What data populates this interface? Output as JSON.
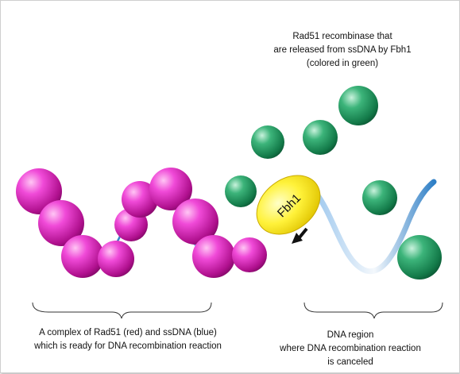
{
  "captions": {
    "top": [
      "Rad51 recombinase that",
      "are released from ssDNA by Fbh1",
      "(colored in green)"
    ],
    "bottom_left": [
      "A complex of Rad51 (red) and ssDNA (blue)",
      "which is ready for DNA recombination reaction"
    ],
    "bottom_right": [
      "DNA region",
      "where DNA recombination reaction",
      "is canceled"
    ]
  },
  "labels": {
    "helicase": "Fbh1"
  },
  "colors": {
    "rad51_bound": "#e81ec8",
    "rad51_released": "#1f9c62",
    "ssdna": "#4a8fd0",
    "fbh1": "#ffee33",
    "arrow": "#111111"
  }
}
